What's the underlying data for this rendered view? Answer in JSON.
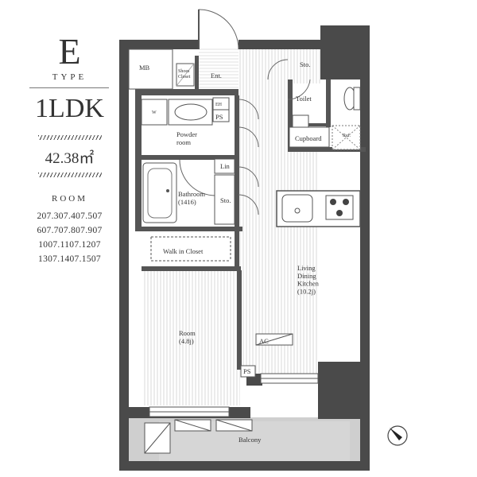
{
  "unit": {
    "type_letter": "E",
    "type_label": "TYPE",
    "layout_name": "1LDK",
    "area": "42.38㎡",
    "room_heading": "ROOM",
    "room_numbers": [
      "207.307.407.507",
      "607.707.807.907",
      "1007.1107.1207",
      "1307.1407.1507"
    ]
  },
  "labels": {
    "mb": "MB",
    "shoes_closet": "Shoes\nCloset",
    "entrance": "Ent.",
    "storage_top": "Sto.",
    "toilet": "Toilet",
    "washer": "W",
    "heater": "EH",
    "ps_top": "PS",
    "powder_room": "Powder\nroom",
    "cupboard": "Cupboard",
    "refrigerator": "Ref.",
    "linen": "Lin",
    "bathroom": "Bathroom\n(1416)",
    "storage_mid": "Sto.",
    "walk_in_closet": "Walk in Closet",
    "ldk": "Living\nDining\nKitchen\n(10.2j)",
    "room": "Room\n(4.8j)",
    "ac": "AC",
    "ps_bottom": "PS",
    "balcony": "Balcony"
  },
  "colors": {
    "wall": "#4a4a4a",
    "wall_light": "#8a8a8a",
    "line": "#555555",
    "floor_stripe": "#d9d9d9",
    "balcony": "#cfcfcf"
  }
}
